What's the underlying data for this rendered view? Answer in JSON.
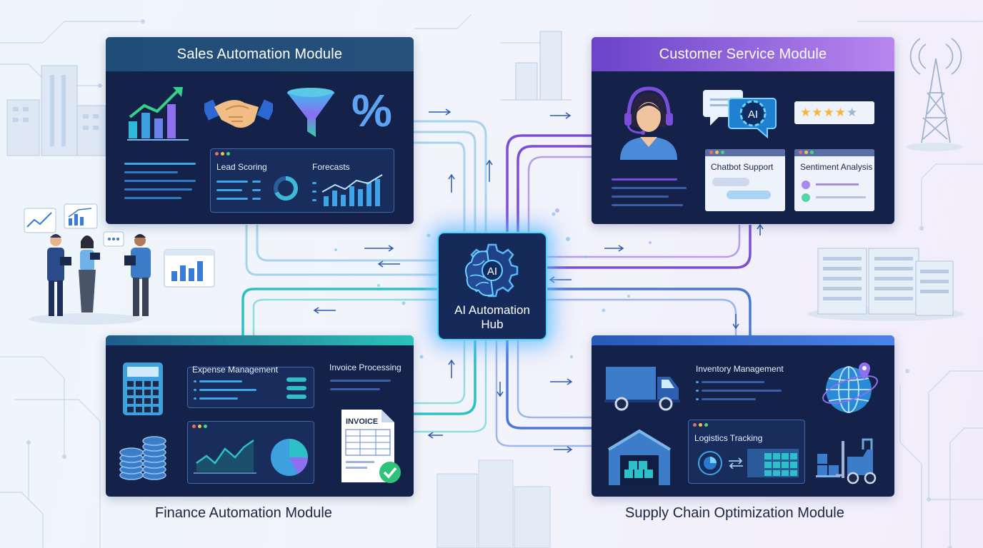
{
  "hub": {
    "ai_badge": "AI",
    "title_line1": "AI Automation",
    "title_line2": "Hub"
  },
  "sales": {
    "title": "Sales Automation Module",
    "lead_scoring": "Lead Scoring",
    "forecasts": "Forecasts",
    "percent_symbol": "%"
  },
  "customer_service": {
    "title": "Customer Service Module",
    "ai_badge": "AI",
    "chatbot_support": "Chatbot Support",
    "sentiment_analysis": "Sentiment Analysis",
    "rating_stars": 4,
    "rating_max": 5
  },
  "finance": {
    "title": "Finance Automation Module",
    "expense_management": "Expense Management",
    "invoice_processing": "Invoice Processing",
    "invoice_doc_label": "INVOICE"
  },
  "supply_chain": {
    "title": "Supply Chain Optimization Module",
    "inventory_management": "Inventory Management",
    "logistics_tracking": "Logistics Tracking"
  },
  "colors": {
    "panel_bg": "#14224a",
    "sales_header": "#27507a",
    "cs_header_start": "#6a43c8",
    "cs_header_end": "#b786ee",
    "finance_accent": "#2bc4b8",
    "supply_accent": "#4a84e8",
    "hub_glow": "#4fd3ff",
    "connector_teal": "#2ec0c8",
    "connector_purple": "#7a4ed8",
    "connector_blue": "#4a78d8"
  }
}
